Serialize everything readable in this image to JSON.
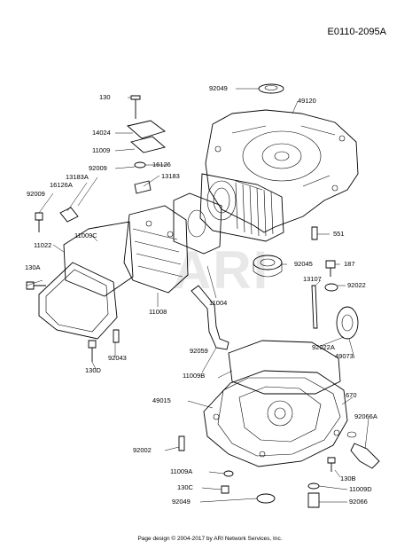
{
  "header": {
    "diagram_code": "E0110-2095A"
  },
  "watermark": "ARI",
  "footer": {
    "text": "Page design © 2004-2017 by ARI Network Services, Inc."
  },
  "parts": {
    "p130": "130",
    "p14024": "14024",
    "p11009_top": "11009",
    "p92009_top": "92009",
    "p16126": "16126",
    "p13183A": "13183A",
    "p16126A": "16126A",
    "p13183": "13183",
    "p92009_left": "92009",
    "p11009C": "11009C",
    "p11022": "11022",
    "p130A": "130A",
    "p92049_top": "92049",
    "p49120": "49120",
    "p551": "551",
    "p92045": "92045",
    "p187": "187",
    "p13107": "13107",
    "p92022": "92022",
    "p11004": "11004",
    "p11008": "11008",
    "p92043": "92043",
    "p130D": "130D",
    "p92059": "92059",
    "p92022A": "92022A",
    "p49073": "49073",
    "p11009B": "11009B",
    "p670": "670",
    "p92066A": "92066A",
    "p49015": "49015",
    "p92002": "92002",
    "p11009A": "11009A",
    "p130B": "130B",
    "p130C": "130C",
    "p11009D": "11009D",
    "p92049_bot": "92049",
    "p92066": "92066"
  }
}
